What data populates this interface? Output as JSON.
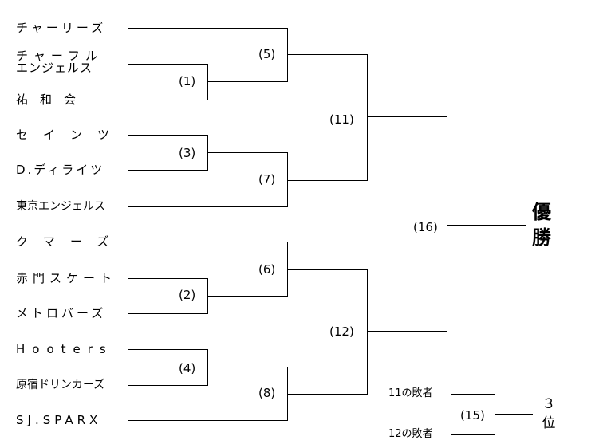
{
  "teams": [
    {
      "name": "チャーリーズ"
    },
    {
      "name_line1": "チャーフル",
      "name_line2": "エンジェルス"
    },
    {
      "name": "祐　和　会"
    },
    {
      "name": "セインツ"
    },
    {
      "name": "D.ディライツ"
    },
    {
      "name": "東京エンジェルス"
    },
    {
      "name": "クマーズ"
    },
    {
      "name": "赤門スケート"
    },
    {
      "name": "メトロバーズ"
    },
    {
      "name": "Hooters"
    },
    {
      "name": "原宿ドリンカーズ"
    },
    {
      "name": "SJ.SPARX"
    }
  ],
  "matches": {
    "m1": "(1)",
    "m2": "(2)",
    "m3": "(3)",
    "m4": "(4)",
    "m5": "(5)",
    "m6": "(6)",
    "m7": "(7)",
    "m8": "(8)",
    "m11": "(11)",
    "m12": "(12)",
    "m15": "(15)",
    "m16": "(16)"
  },
  "champion": {
    "line1": "優",
    "line2": "勝"
  },
  "third_place": {
    "loser11": "11の敗者",
    "loser12": "12の敗者",
    "line1": "３",
    "line2": "位"
  }
}
